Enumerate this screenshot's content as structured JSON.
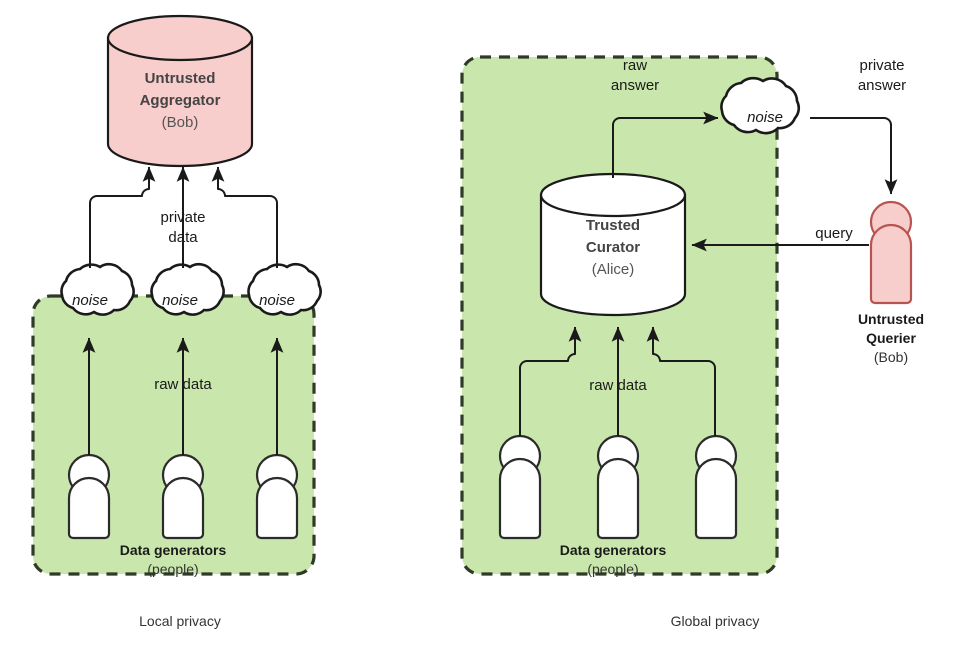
{
  "figure": {
    "title": "Local vs Global differential privacy",
    "colors": {
      "pink_fill": "#f8cecc",
      "pink_stroke": "#b85450",
      "green_fill": "#c9e7ac",
      "green_stroke": "#2f3b26",
      "white_fill": "#ffffff",
      "line": "#1a1a1a"
    }
  },
  "panels": [
    {
      "id": "local",
      "caption": "Local privacy",
      "zone": {
        "label_bold": "Data generators",
        "label_sub": "(people)"
      },
      "aggregator": {
        "line1": "Untrusted",
        "line2": "Aggregator",
        "line3": "(Bob)"
      },
      "noise": [
        "noise",
        "noise",
        "noise"
      ],
      "edges": {
        "to_aggregator": "private\ndata",
        "to_aggregator_line1": "private",
        "to_aggregator_line2": "data",
        "from_people": "raw data"
      },
      "people_count": 3
    },
    {
      "id": "global",
      "caption": "Global privacy",
      "zone": {
        "label_bold": "Data generators",
        "label_sub": "(people)"
      },
      "curator": {
        "line1": "Trusted",
        "line2": "Curator",
        "line3": "(Alice)"
      },
      "noise": [
        "noise"
      ],
      "querier": {
        "line1": "Untrusted",
        "line2": "Querier",
        "line3": "(Bob)"
      },
      "edges": {
        "raw_answer_line1": "raw",
        "raw_answer_line2": "answer",
        "private_answer_line1": "private",
        "private_answer_line2": "answer",
        "query": "query",
        "from_people": "raw data"
      },
      "people_count": 3
    }
  ]
}
